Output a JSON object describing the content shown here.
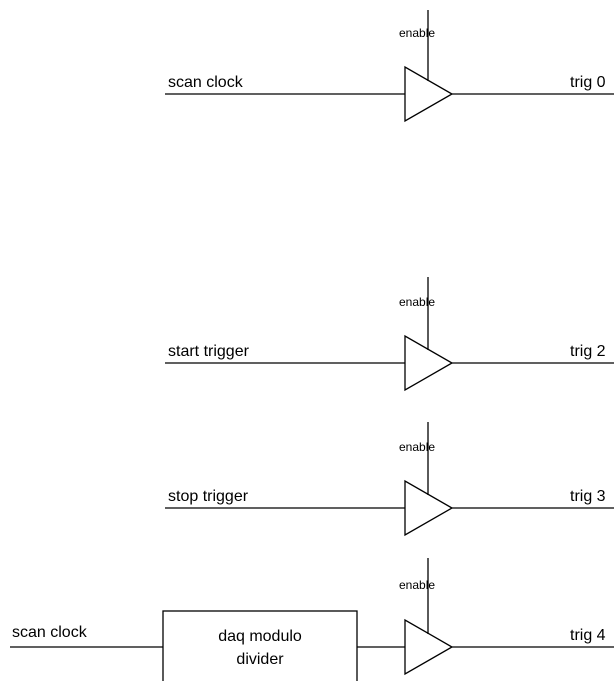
{
  "rows": [
    {
      "input": "scan clock",
      "enable": "enable",
      "output": "trig 0"
    },
    {
      "input": "start trigger",
      "enable": "enable",
      "output": "trig 2"
    },
    {
      "input": "stop trigger",
      "enable": "enable",
      "output": "trig 3"
    },
    {
      "input": "scan clock",
      "enable": "enable",
      "output": "trig 4"
    }
  ],
  "divider": {
    "line1": "daq modulo",
    "line2": "divider"
  }
}
